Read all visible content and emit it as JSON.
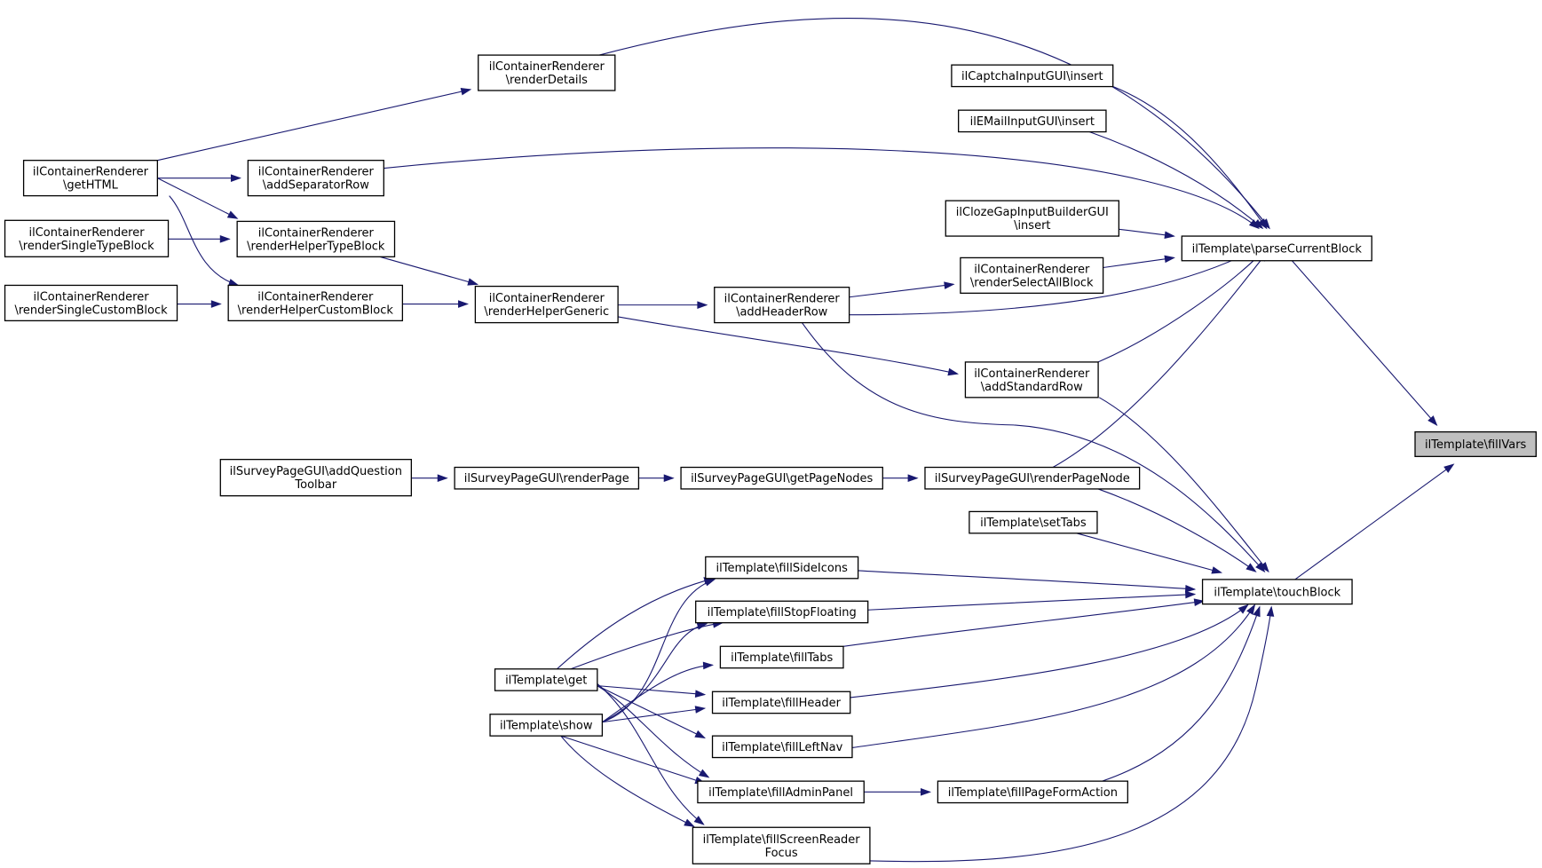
{
  "graph": {
    "colors": {
      "edge": "#191970",
      "node_border": "#000000",
      "root_fill": "#bfbfbf",
      "background": "#ffffff"
    },
    "nodes": {
      "fillVars": [
        "ilTemplate\\fillVars"
      ],
      "parseCurrentBlock": [
        "ilTemplate\\parseCurrentBlock"
      ],
      "touchBlock": [
        "ilTemplate\\touchBlock"
      ],
      "renderDetails": [
        "ilContainerRenderer",
        "\\renderDetails"
      ],
      "captcha": [
        "ilCaptchaInputGUI\\insert"
      ],
      "email": [
        "ilEMailInputGUI\\insert"
      ],
      "clozeGap": [
        "ilClozeGapInputBuilderGUI",
        "\\insert"
      ],
      "renderSelectAllBlock": [
        "ilContainerRenderer",
        "\\renderSelectAllBlock"
      ],
      "addHeaderRow": [
        "ilContainerRenderer",
        "\\addHeaderRow"
      ],
      "addStandardRow": [
        "ilContainerRenderer",
        "\\addStandardRow"
      ],
      "renderHelperGeneric": [
        "ilContainerRenderer",
        "\\renderHelperGeneric"
      ],
      "addSeparatorRow": [
        "ilContainerRenderer",
        "\\addSeparatorRow"
      ],
      "renderHelperTypeBlock": [
        "ilContainerRenderer",
        "\\renderHelperTypeBlock"
      ],
      "renderHelperCustomBlock": [
        "ilContainerRenderer",
        "\\renderHelperCustomBlock"
      ],
      "getHTML": [
        "ilContainerRenderer",
        "\\getHTML"
      ],
      "renderSingleTypeBlock": [
        "ilContainerRenderer",
        "\\renderSingleTypeBlock"
      ],
      "renderSingleCustomBlock": [
        "ilContainerRenderer",
        "\\renderSingleCustomBlock"
      ],
      "renderPageNode": [
        "ilSurveyPageGUI\\renderPageNode"
      ],
      "getPageNodes": [
        "ilSurveyPageGUI\\getPageNodes"
      ],
      "renderPage": [
        "ilSurveyPageGUI\\renderPage"
      ],
      "addQuestionToolbar": [
        "ilSurveyPageGUI\\addQuestion",
        "Toolbar"
      ],
      "setTabs": [
        "ilTemplate\\setTabs"
      ],
      "fillSideIcons": [
        "ilTemplate\\fillSideIcons"
      ],
      "fillStopFloating": [
        "ilTemplate\\fillStopFloating"
      ],
      "fillTabs": [
        "ilTemplate\\fillTabs"
      ],
      "fillHeader": [
        "ilTemplate\\fillHeader"
      ],
      "fillLeftNav": [
        "ilTemplate\\fillLeftNav"
      ],
      "fillAdminPanel": [
        "ilTemplate\\fillAdminPanel"
      ],
      "fillPageFormAction": [
        "ilTemplate\\fillPageFormAction"
      ],
      "fillScreenReaderFocus": [
        "ilTemplate\\fillScreenReader",
        "Focus"
      ],
      "get": [
        "ilTemplate\\get"
      ],
      "show": [
        "ilTemplate\\show"
      ]
    }
  }
}
